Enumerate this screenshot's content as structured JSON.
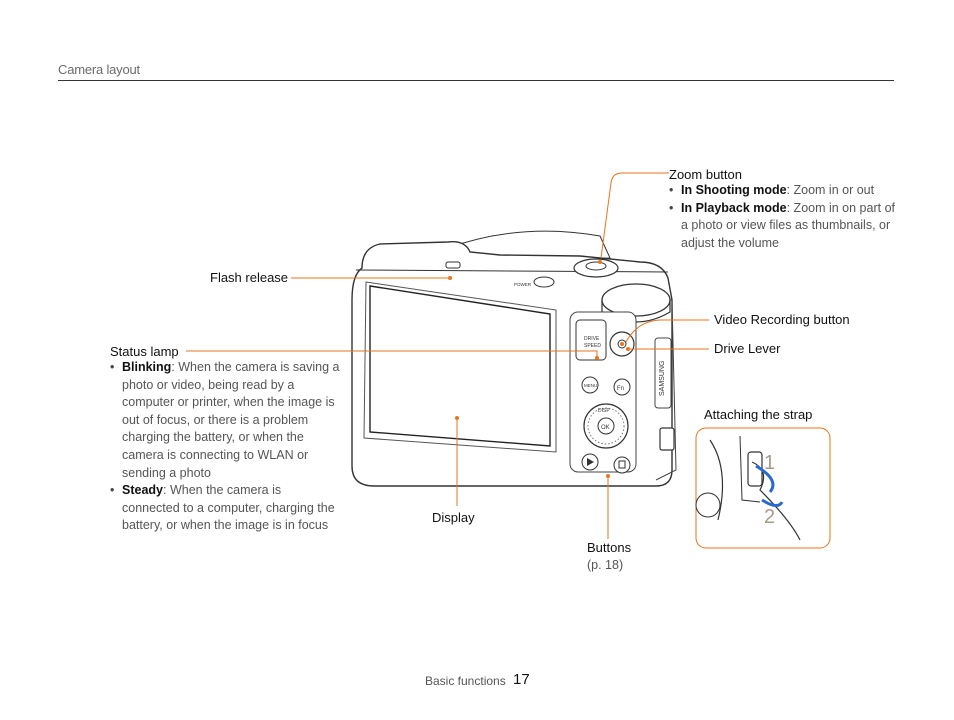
{
  "header": {
    "section": "Camera layout"
  },
  "labels": {
    "zoom": {
      "title": "Zoom button",
      "items": [
        {
          "term": "In Shooting mode",
          "text": ": Zoom in or out"
        },
        {
          "term": "In Playback mode",
          "text": ": Zoom in on part of a photo or view files as thumbnails, or adjust the volume"
        }
      ]
    },
    "flash": {
      "title": "Flash release"
    },
    "status": {
      "title": "Status lamp",
      "items": [
        {
          "term": "Blinking",
          "text": ": When the camera is saving a photo or video, being read by a computer or printer, when the image is out of focus, or there is a problem charging the battery, or when the camera is connecting to WLAN or sending a photo"
        },
        {
          "term": "Steady",
          "text": ": When the camera is connected to a computer, charging the battery, or when the image is in focus"
        }
      ]
    },
    "video": {
      "title": "Video Recording button"
    },
    "drive": {
      "title": "Drive Lever"
    },
    "strap": {
      "title": "Attaching the strap",
      "step1": "1",
      "step2": "2"
    },
    "display": {
      "title": "Display"
    },
    "buttons": {
      "title": "Buttons",
      "ref": "(p. 18)"
    }
  },
  "camera": {
    "drive_label": "DRIVE",
    "speed_label": "SPEED",
    "menu_label": "MENU",
    "fn_label": "Fn",
    "ok_label": "OK",
    "disp_label": "DISP",
    "power_label": "POWER",
    "side_text": "SAMSUNG"
  },
  "colors": {
    "callout": "#e8741c",
    "rule": "#333333"
  },
  "footer": {
    "section": "Basic functions",
    "page": "17"
  }
}
